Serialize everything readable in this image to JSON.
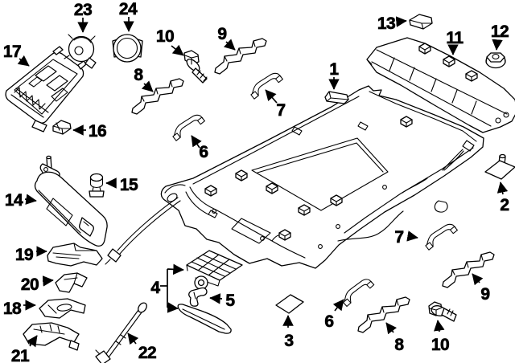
{
  "diagram": {
    "kind": "exploded-parts-line-diagram",
    "colors": {
      "background": "#ffffff",
      "line": "#000000"
    },
    "callouts": [
      {
        "label": "23",
        "part": "lamp-housing"
      },
      {
        "label": "24",
        "part": "lamp-bezel-ring"
      },
      {
        "label": "10",
        "part": "bolt"
      },
      {
        "label": "9",
        "part": "roof-bracket"
      },
      {
        "label": "13",
        "part": "pad-clip"
      },
      {
        "label": "11",
        "part": "rear-roof-trim-panel"
      },
      {
        "label": "12",
        "part": "nut"
      },
      {
        "label": "17",
        "part": "overhead-console"
      },
      {
        "label": "8",
        "part": "roof-bracket"
      },
      {
        "label": "7",
        "part": "assist-grip"
      },
      {
        "label": "1",
        "part": "headliner-assembly"
      },
      {
        "label": "16",
        "part": "clip"
      },
      {
        "label": "6",
        "part": "assist-grip"
      },
      {
        "label": "15",
        "part": "visor-clip"
      },
      {
        "label": "14",
        "part": "sun-visor"
      },
      {
        "label": "2",
        "part": "mounting-pad"
      },
      {
        "label": "7",
        "part": "assist-grip"
      },
      {
        "label": "19",
        "part": "trim-bracket"
      },
      {
        "label": "20",
        "part": "trim-bracket"
      },
      {
        "label": "18",
        "part": "trim-bracket"
      },
      {
        "label": "21",
        "part": "trim-bracket"
      },
      {
        "label": "4",
        "part": "rear-trim-bracket-set"
      },
      {
        "label": "5",
        "part": "hook-clip"
      },
      {
        "label": "3",
        "part": "pad"
      },
      {
        "label": "22",
        "part": "antenna-rod"
      },
      {
        "label": "6",
        "part": "assist-grip"
      },
      {
        "label": "8",
        "part": "roof-bracket"
      },
      {
        "label": "10",
        "part": "bolt"
      },
      {
        "label": "9",
        "part": "roof-bracket"
      }
    ]
  }
}
